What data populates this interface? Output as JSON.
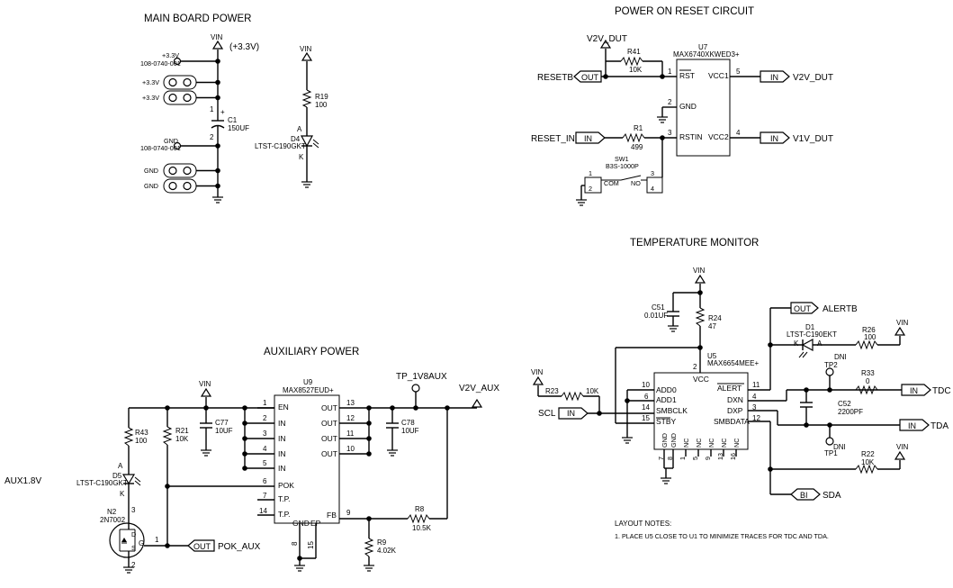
{
  "sections": {
    "main_board_power": "MAIN BOARD POWER",
    "power_on_reset": "POWER ON RESET CIRCUIT",
    "temperature_monitor": "TEMPERATURE MONITOR",
    "auxiliary_power": "AUXILIARY POWER",
    "aux_label": "AUX1.8V"
  },
  "main_board_power": {
    "vin": "VIN",
    "vin_note": "(+3.3V)",
    "conn1_name": "+3.3V",
    "conn1_part": "108-0740-001",
    "pad_a": "+3.3V",
    "pad_b": "+3.3V",
    "c1_plus": "+",
    "c1_pin1": "1",
    "c1_pin2": "2",
    "c1_ref": "C1",
    "c1_val": "150UF",
    "conn2_name": "GND",
    "conn2_part": "108-0740-001",
    "pad_c": "GND",
    "pad_d": "GND",
    "vin2": "VIN",
    "r19_ref": "R19",
    "r19_val": "100",
    "d4_a": "A",
    "d4_ref": "D4",
    "d4_part": "LTST-C190GKT",
    "d4_k": "K"
  },
  "reset": {
    "v2v_dut": "V2V_DUT",
    "r41_ref": "R41",
    "r41_val": "10K",
    "u7_ref": "U7",
    "u7_part": "MAX6740XKWED3+",
    "resetb": "RESETB",
    "out": "OUT",
    "in1": "IN",
    "in2": "IN",
    "in3": "IN",
    "rst": "RST",
    "gnd": "GND",
    "rstin": "RSTIN",
    "vcc1": "VCC1",
    "vcc2": "VCC2",
    "p1": "1",
    "p2": "2",
    "p3": "3",
    "p4": "4",
    "p5": "5",
    "v2v_dut_in": "V2V_DUT",
    "v1v_dut": "V1V_DUT",
    "reset_in": "RESET_IN",
    "r1_ref": "R1",
    "r1_val": "499",
    "sw1_ref": "SW1",
    "sw1_part": "B3S-1000P",
    "com": "COM",
    "no": "NO",
    "s1": "1",
    "s2": "2",
    "s3": "3",
    "s4": "4"
  },
  "temperature": {
    "vin_top": "VIN",
    "c51_ref": "C51",
    "c51_val": "0.01UF",
    "r24_ref": "R24",
    "r24_val": "47",
    "out": "OUT",
    "alertb": "ALERTB",
    "d1_ref": "D1",
    "d1_part": "LTST-C190EKT",
    "d1_k": "K",
    "d1_a": "A",
    "r26_ref": "R26",
    "r26_val": "100",
    "vin_r26": "VIN",
    "u5_ref": "U5",
    "u5_part": "MAX6654MEE+",
    "vcc": "VCC",
    "p2": "2",
    "dni_tp2": "DNI",
    "tp2": "TP2",
    "r33_ref": "R33",
    "r33_val": "0",
    "vin_left": "VIN",
    "r23_ref": "R23",
    "r23_val": "10K",
    "add0": "ADD0",
    "add1": "ADD1",
    "smbclk": "SMBCLK",
    "stby": "STBY",
    "alert": "ALERT",
    "dxn": "DXN",
    "dxp": "DXP",
    "smbdata": "SMBDATA",
    "p10": "10",
    "p6": "6",
    "p14": "14",
    "p15": "15",
    "p11": "11",
    "p4": "4",
    "p3": "3",
    "p12": "12",
    "scl": "SCL",
    "in_scl": "IN",
    "in_tdc": "IN",
    "tdc": "TDC",
    "in_tda": "IN",
    "tda": "TDA",
    "c52_ref": "C52",
    "c52_val": "2200PF",
    "dni_tp1": "DNI",
    "tp1": "TP1",
    "bottom_pins": [
      "GND",
      "GND",
      "NC",
      "NC",
      "NC",
      "NC",
      "NC"
    ],
    "bottom_nums": [
      "7",
      "8",
      "1",
      "5",
      "9",
      "13",
      "16"
    ],
    "vin_r22": "VIN",
    "r22_ref": "R22",
    "r22_val": "10K",
    "bi": "BI",
    "sda": "SDA"
  },
  "auxiliary": {
    "vin": "VIN",
    "u9_ref": "U9",
    "u9_part": "MAX8527EUD+",
    "tp_1v8aux": "TP_1V8AUX",
    "v2v_aux": "V2V_AUX",
    "en": "EN",
    "in_pins": [
      "IN",
      "IN",
      "IN",
      "IN"
    ],
    "in_nums": [
      "2",
      "3",
      "4",
      "5"
    ],
    "p1": "1",
    "pok": "POK",
    "p6": "6",
    "tp_a": "T.P.",
    "p7": "7",
    "tp_b": "T.P.",
    "p14": "14",
    "out_pins": [
      "OUT",
      "OUT",
      "OUT",
      "OUT"
    ],
    "out_nums": [
      "13",
      "12",
      "11",
      "10"
    ],
    "fb": "FB",
    "p9": "9",
    "gnd": "GND",
    "ep": "EP",
    "p8": "8",
    "p15": "15",
    "c77_ref": "C77",
    "c77_val": "10UF",
    "c78_ref": "C78",
    "c78_val": "10UF",
    "r21_ref": "R21",
    "r21_val": "10K",
    "r43_ref": "R43",
    "r43_val": "100",
    "d5_a": "A",
    "d5_ref": "D5",
    "d5_part": "LTST-C190GKT",
    "d5_k": "K",
    "n2_ref": "N2",
    "n2_part": "2N7002",
    "n2_d": "D",
    "n2_s": "S",
    "n2_g": "G",
    "n2_p1": "1",
    "n2_p2": "2",
    "n2_p3": "3",
    "r8_ref": "R8",
    "r8_val": "10.5K",
    "r9_ref": "R9",
    "r9_val": "4.02K",
    "out": "OUT",
    "pok_aux": "POK_AUX"
  },
  "layout_notes": {
    "heading": "LAYOUT NOTES:",
    "note1": "1. PLACE U5 CLOSE TO U1 TO MINIMIZE TRACES FOR TDC AND TDA."
  }
}
